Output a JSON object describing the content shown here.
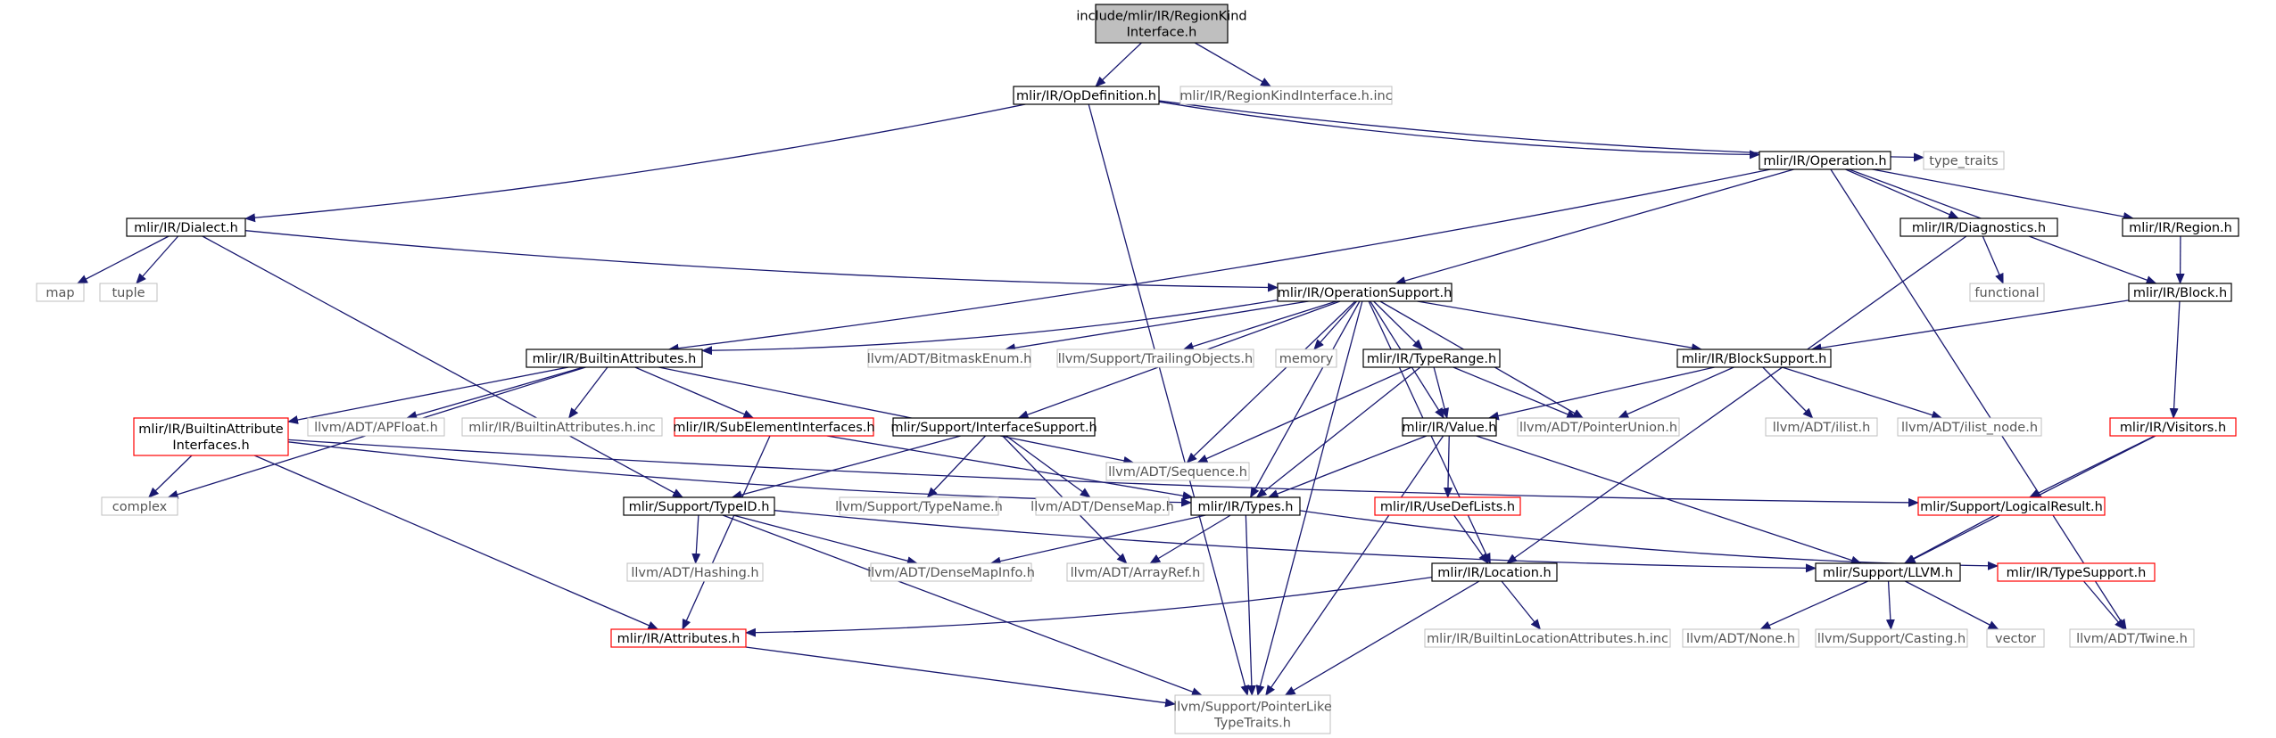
{
  "graph": {
    "nodes": [
      {
        "id": "root",
        "label_lines": [
          "include/mlir/IR/RegionKind",
          "Interface.h"
        ],
        "style": "root"
      },
      {
        "id": "opdef",
        "label_lines": [
          "mlir/IR/OpDefinition.h"
        ],
        "style": "normal"
      },
      {
        "id": "rki_inc",
        "label_lines": [
          "mlir/IR/RegionKindInterface.h.inc"
        ],
        "style": "ghost"
      },
      {
        "id": "operation",
        "label_lines": [
          "mlir/IR/Operation.h"
        ],
        "style": "normal"
      },
      {
        "id": "type_traits",
        "label_lines": [
          "type_traits"
        ],
        "style": "ghost"
      },
      {
        "id": "dialect",
        "label_lines": [
          "mlir/IR/Dialect.h"
        ],
        "style": "normal"
      },
      {
        "id": "diagnostics",
        "label_lines": [
          "mlir/IR/Diagnostics.h"
        ],
        "style": "normal"
      },
      {
        "id": "region",
        "label_lines": [
          "mlir/IR/Region.h"
        ],
        "style": "normal"
      },
      {
        "id": "map",
        "label_lines": [
          "map"
        ],
        "style": "ghost"
      },
      {
        "id": "tuple",
        "label_lines": [
          "tuple"
        ],
        "style": "ghost"
      },
      {
        "id": "opsupport",
        "label_lines": [
          "mlir/IR/OperationSupport.h"
        ],
        "style": "normal"
      },
      {
        "id": "functional",
        "label_lines": [
          "functional"
        ],
        "style": "ghost"
      },
      {
        "id": "block",
        "label_lines": [
          "mlir/IR/Block.h"
        ],
        "style": "normal"
      },
      {
        "id": "builtinattrs",
        "label_lines": [
          "mlir/IR/BuiltinAttributes.h"
        ],
        "style": "normal"
      },
      {
        "id": "bitmask",
        "label_lines": [
          "llvm/ADT/BitmaskEnum.h"
        ],
        "style": "ghost"
      },
      {
        "id": "trailing",
        "label_lines": [
          "llvm/Support/TrailingObjects.h"
        ],
        "style": "ghost"
      },
      {
        "id": "memory",
        "label_lines": [
          "memory"
        ],
        "style": "ghost"
      },
      {
        "id": "typerange",
        "label_lines": [
          "mlir/IR/TypeRange.h"
        ],
        "style": "normal"
      },
      {
        "id": "blocksupport",
        "label_lines": [
          "mlir/IR/BlockSupport.h"
        ],
        "style": "normal"
      },
      {
        "id": "bai",
        "label_lines": [
          "mlir/IR/BuiltinAttribute",
          "Interfaces.h"
        ],
        "style": "red"
      },
      {
        "id": "apfloat",
        "label_lines": [
          "llvm/ADT/APFloat.h"
        ],
        "style": "ghost"
      },
      {
        "id": "ba_inc",
        "label_lines": [
          "mlir/IR/BuiltinAttributes.h.inc"
        ],
        "style": "ghost"
      },
      {
        "id": "subelem",
        "label_lines": [
          "mlir/IR/SubElementInterfaces.h"
        ],
        "style": "red"
      },
      {
        "id": "ifsupport",
        "label_lines": [
          "mlir/Support/InterfaceSupport.h"
        ],
        "style": "normal"
      },
      {
        "id": "sequence",
        "label_lines": [
          "llvm/ADT/Sequence.h"
        ],
        "style": "ghost"
      },
      {
        "id": "value",
        "label_lines": [
          "mlir/IR/Value.h"
        ],
        "style": "normal"
      },
      {
        "id": "ptrunion",
        "label_lines": [
          "llvm/ADT/PointerUnion.h"
        ],
        "style": "ghost"
      },
      {
        "id": "ilist",
        "label_lines": [
          "llvm/ADT/ilist.h"
        ],
        "style": "ghost"
      },
      {
        "id": "ilist_node",
        "label_lines": [
          "llvm/ADT/ilist_node.h"
        ],
        "style": "ghost"
      },
      {
        "id": "visitors",
        "label_lines": [
          "mlir/IR/Visitors.h"
        ],
        "style": "red"
      },
      {
        "id": "complex",
        "label_lines": [
          "complex"
        ],
        "style": "ghost"
      },
      {
        "id": "typeid",
        "label_lines": [
          "mlir/Support/TypeID.h"
        ],
        "style": "normal"
      },
      {
        "id": "typename",
        "label_lines": [
          "llvm/Support/TypeName.h"
        ],
        "style": "ghost"
      },
      {
        "id": "densemap",
        "label_lines": [
          "llvm/ADT/DenseMap.h"
        ],
        "style": "ghost"
      },
      {
        "id": "types",
        "label_lines": [
          "mlir/IR/Types.h"
        ],
        "style": "normal"
      },
      {
        "id": "usedef",
        "label_lines": [
          "mlir/IR/UseDefLists.h"
        ],
        "style": "red"
      },
      {
        "id": "logical",
        "label_lines": [
          "mlir/Support/LogicalResult.h"
        ],
        "style": "red"
      },
      {
        "id": "hashing",
        "label_lines": [
          "llvm/ADT/Hashing.h"
        ],
        "style": "ghost"
      },
      {
        "id": "densemapinfo",
        "label_lines": [
          "llvm/ADT/DenseMapInfo.h"
        ],
        "style": "ghost"
      },
      {
        "id": "arrayref",
        "label_lines": [
          "llvm/ADT/ArrayRef.h"
        ],
        "style": "ghost"
      },
      {
        "id": "location",
        "label_lines": [
          "mlir/IR/Location.h"
        ],
        "style": "normal"
      },
      {
        "id": "llvm_h",
        "label_lines": [
          "mlir/Support/LLVM.h"
        ],
        "style": "normal"
      },
      {
        "id": "typesupport",
        "label_lines": [
          "mlir/IR/TypeSupport.h"
        ],
        "style": "red"
      },
      {
        "id": "attributes",
        "label_lines": [
          "mlir/IR/Attributes.h"
        ],
        "style": "red"
      },
      {
        "id": "bla_inc",
        "label_lines": [
          "mlir/IR/BuiltinLocationAttributes.h.inc"
        ],
        "style": "ghost"
      },
      {
        "id": "none",
        "label_lines": [
          "llvm/ADT/None.h"
        ],
        "style": "ghost"
      },
      {
        "id": "casting",
        "label_lines": [
          "llvm/Support/Casting.h"
        ],
        "style": "ghost"
      },
      {
        "id": "vector",
        "label_lines": [
          "vector"
        ],
        "style": "ghost"
      },
      {
        "id": "twine",
        "label_lines": [
          "llvm/ADT/Twine.h"
        ],
        "style": "ghost"
      },
      {
        "id": "plt",
        "label_lines": [
          "llvm/Support/PointerLike",
          "TypeTraits.h"
        ],
        "style": "ghost"
      }
    ],
    "edges": [
      [
        "root",
        "opdef"
      ],
      [
        "root",
        "rki_inc"
      ],
      [
        "opdef",
        "operation"
      ],
      [
        "opdef",
        "type_traits"
      ],
      [
        "opdef",
        "dialect"
      ],
      [
        "opdef",
        "plt"
      ],
      [
        "operation",
        "diagnostics"
      ],
      [
        "operation",
        "region"
      ],
      [
        "operation",
        "block"
      ],
      [
        "operation",
        "opsupport"
      ],
      [
        "operation",
        "builtinattrs"
      ],
      [
        "operation",
        "twine"
      ],
      [
        "dialect",
        "map"
      ],
      [
        "dialect",
        "tuple"
      ],
      [
        "dialect",
        "opsupport"
      ],
      [
        "dialect",
        "typeid"
      ],
      [
        "diagnostics",
        "functional"
      ],
      [
        "diagnostics",
        "location"
      ],
      [
        "region",
        "block"
      ],
      [
        "block",
        "blocksupport"
      ],
      [
        "block",
        "visitors"
      ],
      [
        "opsupport",
        "builtinattrs"
      ],
      [
        "opsupport",
        "bitmask"
      ],
      [
        "opsupport",
        "trailing"
      ],
      [
        "opsupport",
        "memory"
      ],
      [
        "opsupport",
        "typerange"
      ],
      [
        "opsupport",
        "blocksupport"
      ],
      [
        "opsupport",
        "ifsupport"
      ],
      [
        "opsupport",
        "sequence"
      ],
      [
        "opsupport",
        "value"
      ],
      [
        "opsupport",
        "ptrunion"
      ],
      [
        "opsupport",
        "types"
      ],
      [
        "opsupport",
        "location"
      ],
      [
        "opsupport",
        "plt"
      ],
      [
        "builtinattrs",
        "complex"
      ],
      [
        "builtinattrs",
        "bai"
      ],
      [
        "builtinattrs",
        "apfloat"
      ],
      [
        "builtinattrs",
        "ba_inc"
      ],
      [
        "builtinattrs",
        "subelem"
      ],
      [
        "builtinattrs",
        "sequence"
      ],
      [
        "typerange",
        "sequence"
      ],
      [
        "typerange",
        "value"
      ],
      [
        "typerange",
        "ptrunion"
      ],
      [
        "typerange",
        "types"
      ],
      [
        "blocksupport",
        "value"
      ],
      [
        "blocksupport",
        "ptrunion"
      ],
      [
        "blocksupport",
        "ilist"
      ],
      [
        "blocksupport",
        "ilist_node"
      ],
      [
        "bai",
        "complex"
      ],
      [
        "bai",
        "attributes"
      ],
      [
        "bai",
        "types"
      ],
      [
        "bai",
        "logical"
      ],
      [
        "subelem",
        "attributes"
      ],
      [
        "subelem",
        "types"
      ],
      [
        "ifsupport",
        "typeid"
      ],
      [
        "ifsupport",
        "typename"
      ],
      [
        "ifsupport",
        "densemap"
      ],
      [
        "ifsupport",
        "arrayref"
      ],
      [
        "value",
        "types"
      ],
      [
        "value",
        "usedef"
      ],
      [
        "value",
        "llvm_h"
      ],
      [
        "value",
        "plt"
      ],
      [
        "visitors",
        "logical"
      ],
      [
        "visitors",
        "llvm_h"
      ],
      [
        "typeid",
        "hashing"
      ],
      [
        "typeid",
        "densemapinfo"
      ],
      [
        "typeid",
        "llvm_h"
      ],
      [
        "typeid",
        "plt"
      ],
      [
        "types",
        "densemapinfo"
      ],
      [
        "types",
        "arrayref"
      ],
      [
        "types",
        "typesupport"
      ],
      [
        "types",
        "plt"
      ],
      [
        "usedef",
        "location"
      ],
      [
        "logical",
        "llvm_h"
      ],
      [
        "location",
        "attributes"
      ],
      [
        "location",
        "bla_inc"
      ],
      [
        "location",
        "plt"
      ],
      [
        "llvm_h",
        "none"
      ],
      [
        "llvm_h",
        "casting"
      ],
      [
        "llvm_h",
        "vector"
      ],
      [
        "typesupport",
        "twine"
      ],
      [
        "attributes",
        "plt"
      ]
    ]
  },
  "colors": {
    "edge": "#191970",
    "normal_border": "#000000",
    "red_border": "#ff0000",
    "ghost_border": "#bfbfbf",
    "root_fill": "#bfbfbf",
    "text": "#000000",
    "ghost_text": "#555555"
  }
}
